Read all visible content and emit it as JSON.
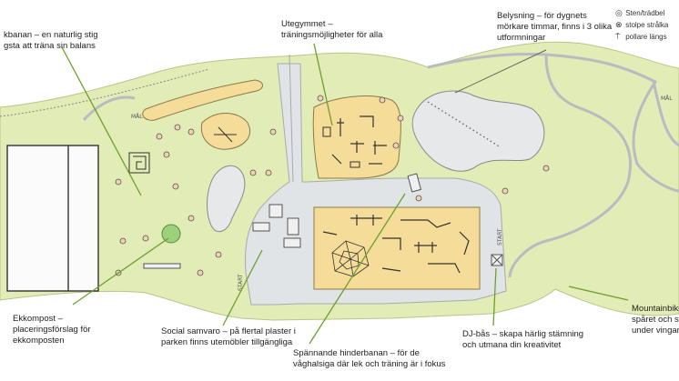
{
  "labels": {
    "balansbana": {
      "title": "kbanan",
      "desc": "– en naturlig stig",
      "line2": "gsta att träna sin balans"
    },
    "utegym": {
      "title": "Utegymmet",
      "desc": "–",
      "line2": "träningsmöjligheter för alla"
    },
    "belysning": {
      "title": "Belysning",
      "desc": "– för dygnets",
      "line2": "mörkare timmar, finns i 3 olika",
      "line3": "utformningar"
    },
    "ekkompost": {
      "title": "Ekkompost",
      "desc": "–",
      "line2": "placeringsförslag för",
      "line3": "ekkomposten"
    },
    "social": {
      "title": "Social samvaro",
      "desc": "– på flertal plaster i",
      "line2": "parken finns utemöbler tillgängliga"
    },
    "hinderbana": {
      "title": "Spännande hinderbanan",
      "desc": "– för de",
      "line2": "våghalsiga där lek och träning är i fokus"
    },
    "dj": {
      "title": "DJ-bås",
      "desc": "– skapa härlig stämning",
      "line2": "och utmana din kreativitet"
    },
    "mtb": {
      "title": "Mountainbike",
      "line2": "spåret och sk",
      "line3": "under vingarn"
    }
  },
  "legend": {
    "item1": {
      "icon": "ring-lamp-icon",
      "symbol": "◎",
      "text": "Sten/trädbel"
    },
    "item2": {
      "icon": "crossed-lamp-icon",
      "symbol": "⊗",
      "text": "stolpe strålka"
    },
    "item3": {
      "icon": "bollard-icon",
      "symbol": "⍑",
      "text": "pollare längs"
    }
  },
  "map_text": {
    "start": "START",
    "mal": "MÅL"
  },
  "colors": {
    "grass": "#dfeab2",
    "path": "#e0e3e6",
    "sand": "#f5dc98",
    "rock": "#e6e8ea",
    "pointer": "#6aa02c",
    "building_outline": "#333333"
  }
}
